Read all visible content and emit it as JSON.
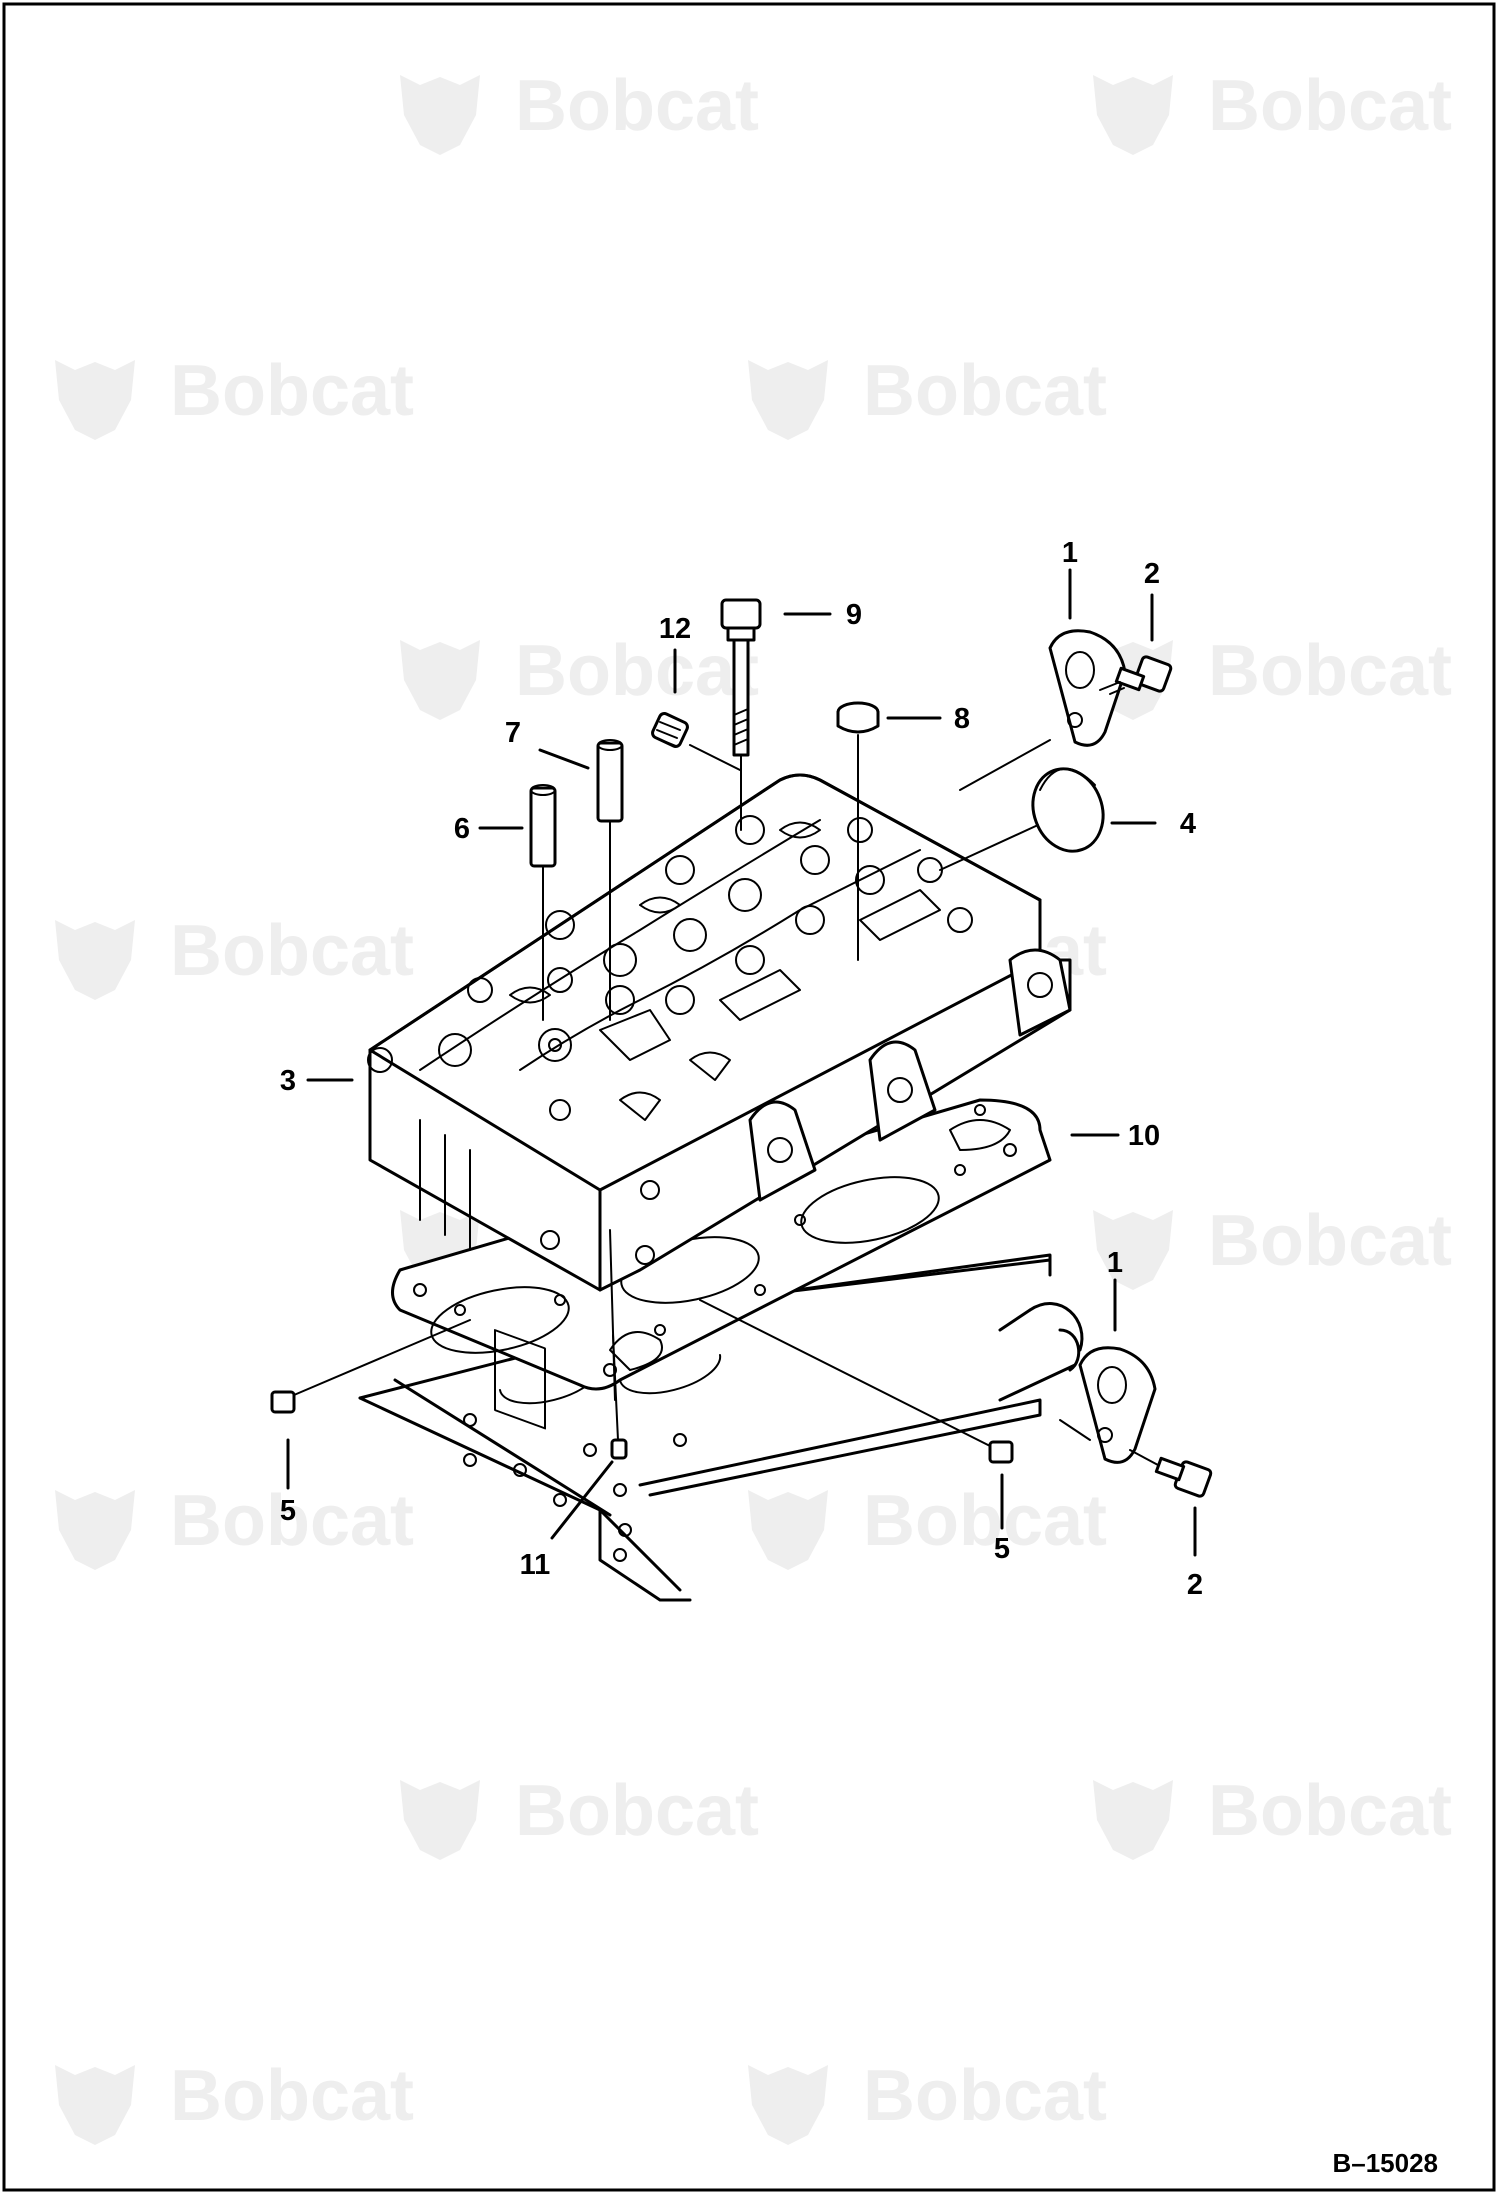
{
  "watermark": {
    "brand": "Bobcat",
    "color": "#eeeeee"
  },
  "figure": {
    "number": "B–15028"
  },
  "callouts": {
    "c1_top": "1",
    "c2_top": "2",
    "c9": "9",
    "c12": "12",
    "c8": "8",
    "c7": "7",
    "c4": "4",
    "c6": "6",
    "c3": "3",
    "c10": "10",
    "c1_bottom": "1",
    "c5_left": "5",
    "c5_right": "5",
    "c11": "11",
    "c2_bottom": "2"
  },
  "parts": [
    "lifting-bracket",
    "bracket-bolt",
    "cylinder-head",
    "plug",
    "nut",
    "valve-guide",
    "valve-guide",
    "cap",
    "head-bolt",
    "head-gasket",
    "dowel-pin",
    "plug"
  ]
}
